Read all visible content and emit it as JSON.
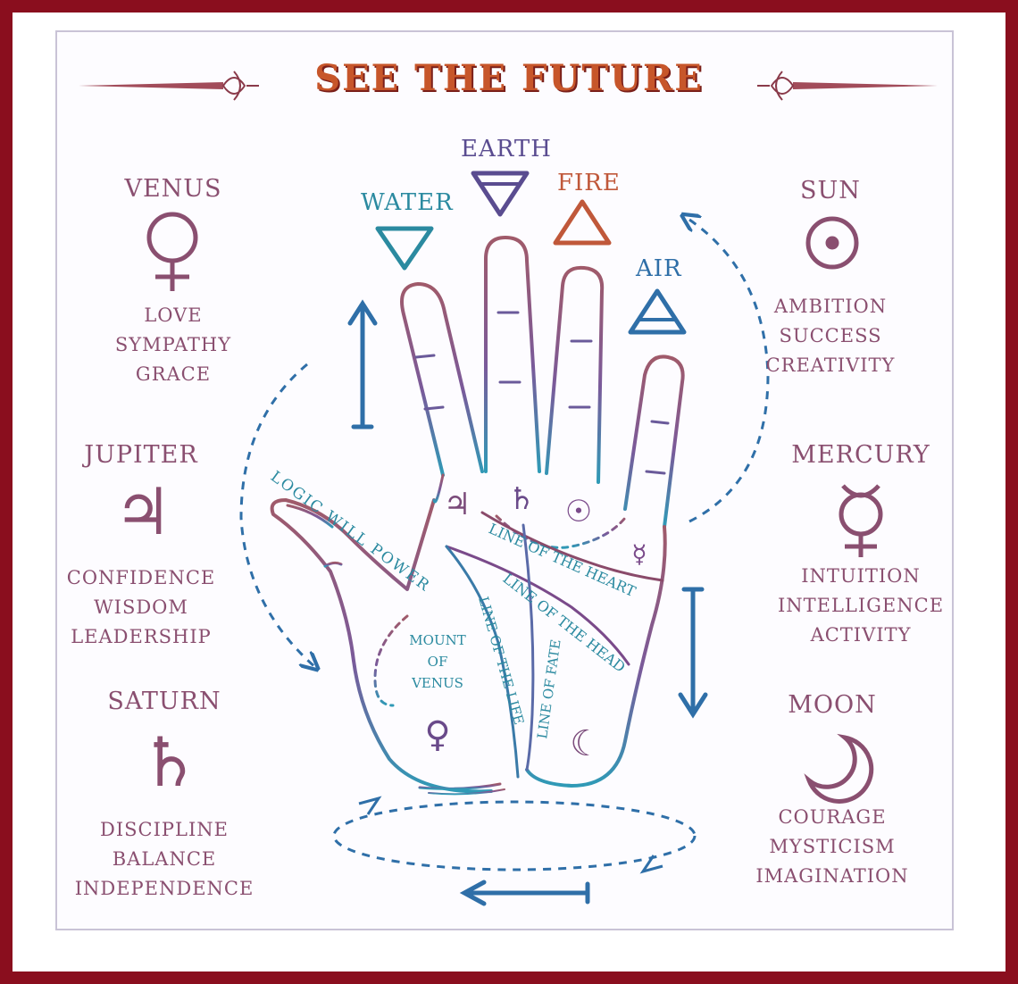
{
  "title": "SEE THE FUTURE",
  "colors": {
    "border": "#8a0e1e",
    "planet_text": "#8a4f70",
    "blue": "#2f6fa8",
    "teal": "#2b8aa0",
    "fire": "#c0583a",
    "earth": "#5a4c90"
  },
  "planets": {
    "venus": {
      "name": "VENUS",
      "symbol": "♀",
      "traits": [
        "LOVE",
        "SYMPATHY",
        "GRACE"
      ]
    },
    "jupiter": {
      "name": "JUPITER",
      "symbol": "♃",
      "traits": [
        "CONFIDENCE",
        "WISDOM",
        "LEADERSHIP"
      ]
    },
    "saturn": {
      "name": "SATURN",
      "symbol": "♄",
      "traits": [
        "DISCIPLINE",
        "BALANCE",
        "INDEPENDENCE"
      ]
    },
    "sun": {
      "name": "SUN",
      "symbol": "☉",
      "traits": [
        "AMBITION",
        "SUCCESS",
        "CREATIVITY"
      ]
    },
    "mercury": {
      "name": "MERCURY",
      "symbol": "☿",
      "traits": [
        "INTUITION",
        "INTELLIGENCE",
        "ACTIVITY"
      ]
    },
    "moon": {
      "name": "MOON",
      "symbol": "☾",
      "traits": [
        "COURAGE",
        "MYSTICISM",
        "IMAGINATION"
      ]
    }
  },
  "elements": {
    "earth": "EARTH",
    "water": "WATER",
    "fire": "FIRE",
    "air": "AIR"
  },
  "hand": {
    "logic_will_power": "LOGIC WILL POWER",
    "mount_of_venus": [
      "MOUNT",
      "OF",
      "VENUS"
    ],
    "line_of_heart": "LINE OF THE HEART",
    "line_of_head": "LINE OF THE HEAD",
    "line_of_life": "LINE OF THE LIFE",
    "line_of_fate": "LINE OF FATE",
    "palm_symbols": {
      "jupiter": "♃",
      "saturn": "♄",
      "sun": "☉",
      "mercury": "☿",
      "venus": "♀",
      "moon": "☾"
    }
  }
}
